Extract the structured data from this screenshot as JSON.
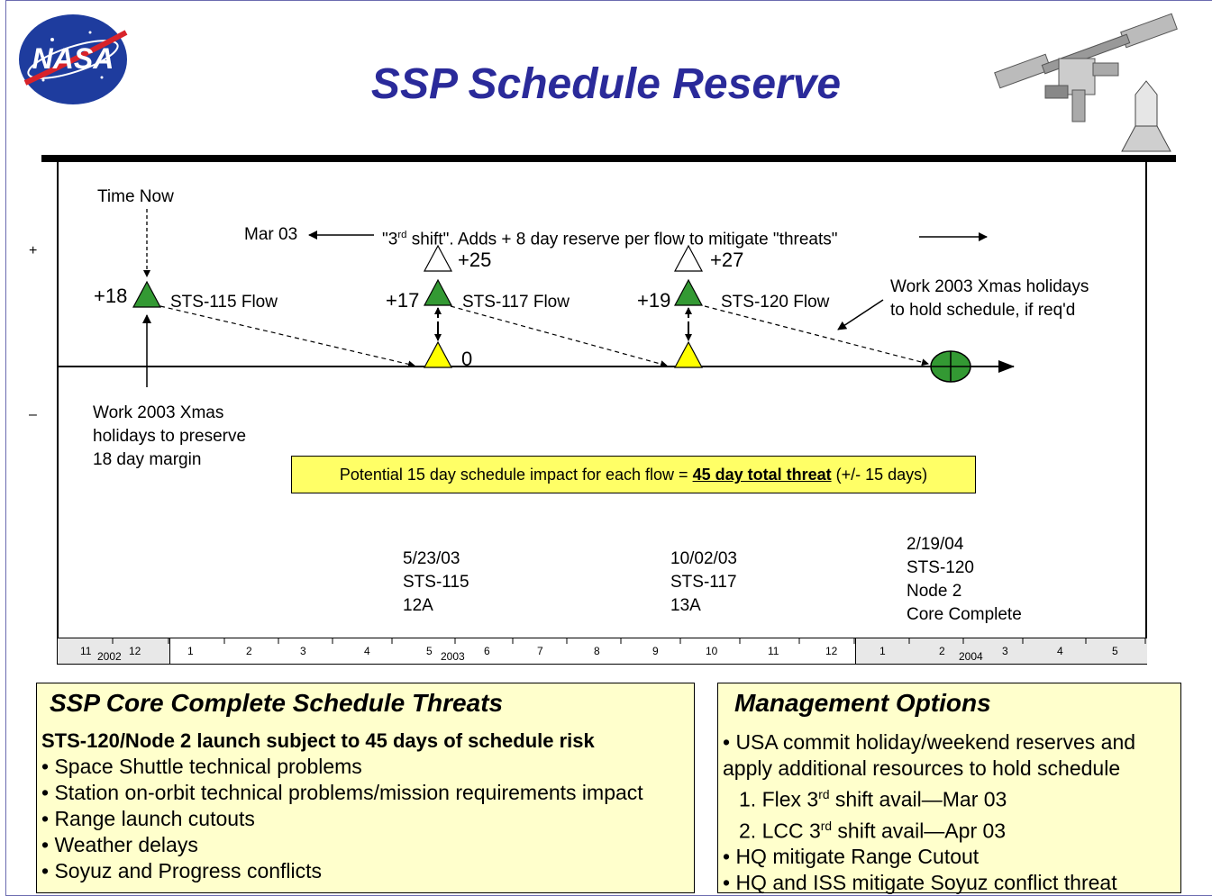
{
  "header": {
    "logo_text": "NASA",
    "title": "SSP Schedule Reserve",
    "station_image": "iss-shuttle-image"
  },
  "timeline": {
    "plus_sign": "+",
    "minus_sign": "–",
    "time_now": "Time Now",
    "mar03": "Mar 03",
    "third_shift": {
      "pre": "\"3",
      "sup": "rd",
      "post": " shift\".  Adds + 8 day reserve per flow to mitigate \"threats\""
    },
    "flows": [
      {
        "reserve": "+18",
        "label": "STS-115 Flow"
      },
      {
        "reserve": "+17",
        "label": "STS-117 Flow",
        "upper": "+25",
        "zero": "0"
      },
      {
        "reserve": "+19",
        "label": "STS-120 Flow",
        "upper": "+27"
      }
    ],
    "xmas_right": [
      "Work 2003 Xmas holidays",
      "to hold schedule, if req'd"
    ],
    "xmas_left": [
      "Work 2003 Xmas",
      "holidays to preserve",
      "18 day margin"
    ],
    "impact": {
      "pre": "Potential 15 day schedule impact for each flow = ",
      "emph": "45 day total threat",
      "post": " (+/- 15 days)"
    },
    "milestones": [
      [
        "5/23/03",
        "STS-115",
        "12A"
      ],
      [
        "10/02/03",
        "STS-117",
        "13A"
      ],
      [
        "2/19/04",
        "STS-120",
        "Node 2",
        "Core Complete"
      ]
    ],
    "colors": {
      "green": "#339933",
      "yellow": "#ffff00",
      "impact_bg": "#ffff66"
    }
  },
  "months_bar": {
    "months_2002": [
      "11",
      "12"
    ],
    "months_2003": [
      "1",
      "2",
      "3",
      "4",
      "5",
      "6",
      "7",
      "8",
      "9",
      "10",
      "11",
      "12"
    ],
    "months_2004": [
      "1",
      "2",
      "3",
      "4",
      "5"
    ],
    "years": [
      "2002",
      "2003",
      "2004"
    ]
  },
  "threats": {
    "title": "SSP Core Complete Schedule Threats",
    "subtitle": "STS-120/Node 2 launch subject to 45 days of schedule risk",
    "items": [
      "•  Space Shuttle technical problems",
      "•  Station on-orbit technical problems/mission requirements impact",
      "•  Range launch cutouts",
      "•  Weather delays",
      "•  Soyuz and Progress conflicts"
    ]
  },
  "management": {
    "title": "Management Options",
    "line1": "•  USA commit holiday/weekend reserves and",
    "line2": "apply additional resources to hold schedule",
    "opt1": {
      "pre": "1.  Flex 3",
      "sup": "rd",
      "post": " shift avail—Mar 03"
    },
    "opt2": {
      "pre": "2.  LCC 3",
      "sup": "rd",
      "post": " shift avail—Apr 03"
    },
    "line5": "•  HQ mitigate Range Cutout",
    "line6": "•  HQ and ISS mitigate Soyuz conflict threat"
  }
}
